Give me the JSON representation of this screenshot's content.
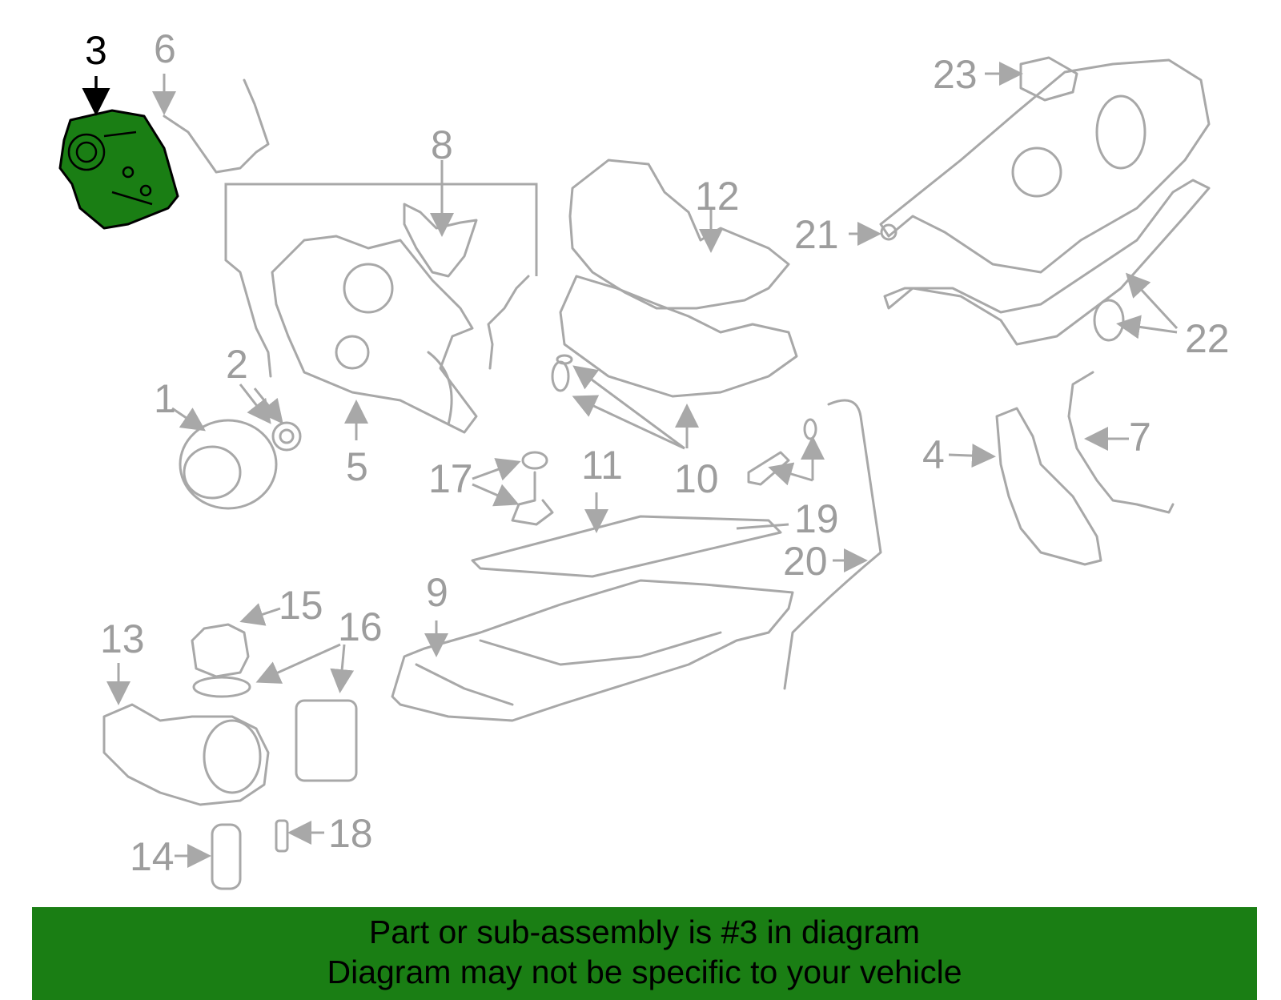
{
  "diagram": {
    "highlight_color": "#1a7e14",
    "highlighted_callout": "3",
    "callouts": [
      "1",
      "2",
      "3",
      "4",
      "5",
      "6",
      "7",
      "8",
      "9",
      "10",
      "11",
      "12",
      "13",
      "14",
      "15",
      "16",
      "17",
      "18",
      "19",
      "20",
      "21",
      "22",
      "23"
    ]
  },
  "banner": {
    "line1": "Part or sub-assembly is #3 in diagram",
    "line2": "Diagram may not be specific to your vehicle"
  }
}
